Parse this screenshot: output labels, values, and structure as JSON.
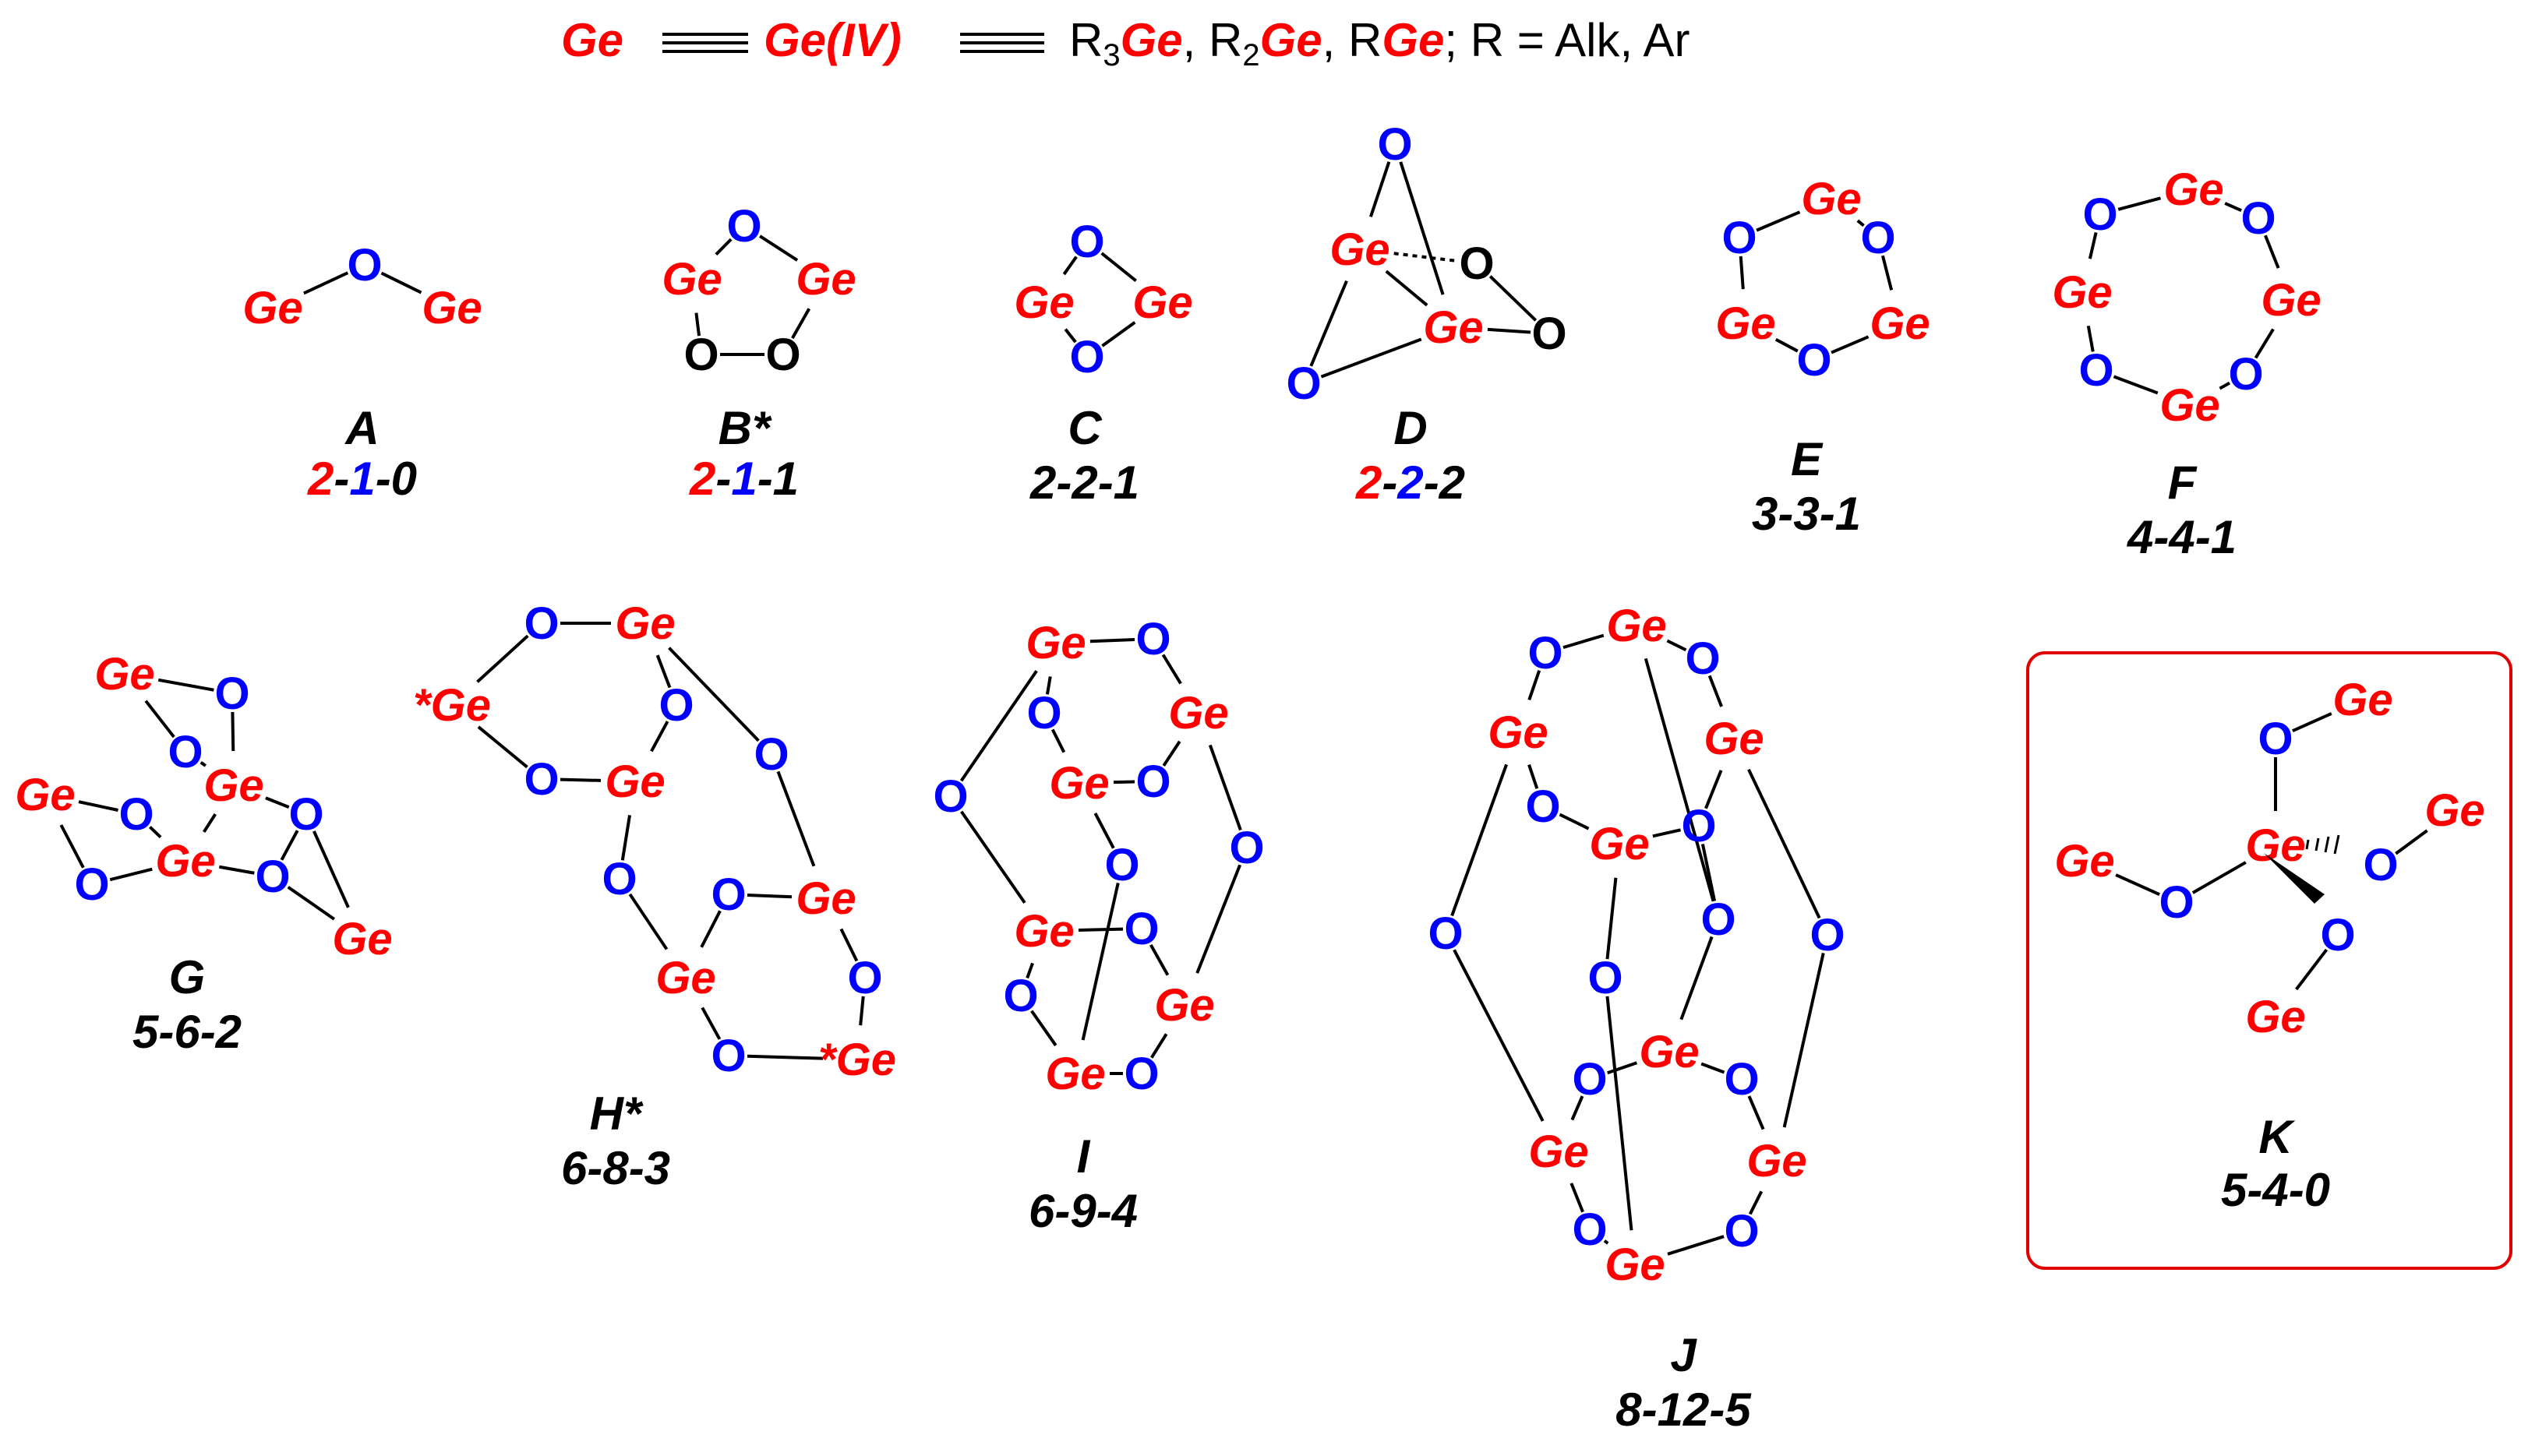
{
  "header": {
    "ge": "Ge",
    "ge_iv": "Ge(IV)",
    "r3": "R",
    "sub3": "3",
    "sub2": "2",
    "ge_symbol": "Ge",
    "sep": ",",
    "r": "R",
    "semi": ";",
    "r_def": "R = Alk, Ar"
  },
  "atoms": {
    "ge": "Ge",
    "o": "O",
    "star": "*"
  },
  "structures": [
    {
      "id": "A",
      "name": "A",
      "code": [
        "2",
        "1",
        "0"
      ]
    },
    {
      "id": "B",
      "name": "B*",
      "code": [
        "2",
        "1",
        "1"
      ]
    },
    {
      "id": "C",
      "name": "C",
      "code": [
        "2",
        "2",
        "1"
      ]
    },
    {
      "id": "D",
      "name": "D",
      "code": [
        "2",
        "2",
        "2"
      ]
    },
    {
      "id": "E",
      "name": "E",
      "code": [
        "3",
        "3",
        "1"
      ]
    },
    {
      "id": "F",
      "name": "F",
      "code": [
        "4",
        "4",
        "1"
      ]
    },
    {
      "id": "G",
      "name": "G",
      "code": [
        "5",
        "6",
        "2"
      ]
    },
    {
      "id": "H",
      "name": "H*",
      "code": [
        "6",
        "8",
        "3"
      ]
    },
    {
      "id": "I",
      "name": "I",
      "code": [
        "6",
        "9",
        "4"
      ]
    },
    {
      "id": "J",
      "name": "J",
      "code": [
        "8",
        "12",
        "5"
      ]
    },
    {
      "id": "K",
      "name": "K",
      "code": [
        "5",
        "4",
        "0"
      ]
    }
  ],
  "colors": {
    "ge": "#ff0000",
    "o": "#0000ff",
    "o_peroxide": "#000000",
    "frame": "#e00000"
  }
}
